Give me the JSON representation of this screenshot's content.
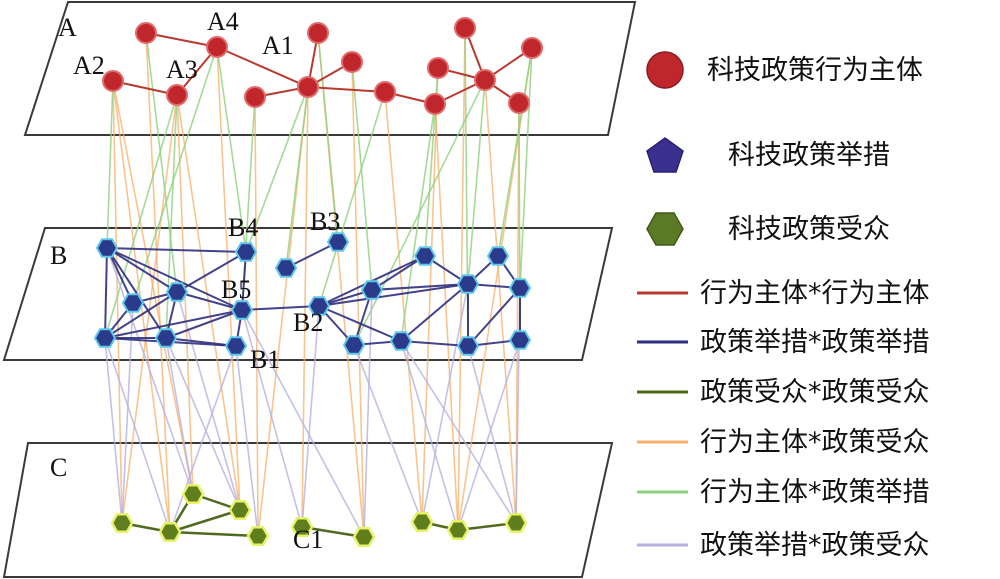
{
  "layers": {
    "A": "A",
    "B": "B",
    "C": "C"
  },
  "node_labels": {
    "A1": "A1",
    "A2": "A2",
    "A3": "A3",
    "A4": "A4",
    "B1": "B1",
    "B2": "B2",
    "B3": "B3",
    "B4": "B4",
    "B5": "B5",
    "C1": "C1"
  },
  "legend": {
    "nodes": [
      {
        "label": "科技政策行为主体",
        "shape": "circle",
        "color": "#c0272d"
      },
      {
        "label": "科技政策举措",
        "shape": "pentagon",
        "color": "#3b2f8f"
      },
      {
        "label": "科技政策受众",
        "shape": "hexagon",
        "color": "#5b7a25"
      }
    ],
    "edges": [
      {
        "label": "行为主体*行为主体",
        "color": "#b83a2f"
      },
      {
        "label": "政策举措*政策举措",
        "color": "#2e2f7e"
      },
      {
        "label": "政策受众*政策受众",
        "color": "#4f6b1f"
      },
      {
        "label": "行为主体*政策受众",
        "color": "#f5b06a"
      },
      {
        "label": "行为主体*政策举措",
        "color": "#8fd17e"
      },
      {
        "label": "政策举措*政策受众",
        "color": "#b7b0df"
      }
    ]
  },
  "colors": {
    "actor_node": "#c0272d",
    "measure_node": "#2c3a8c",
    "audience_node": "#5f7f1f",
    "audience_glow": "#e8f26a",
    "measure_glow": "#5ec8e8"
  }
}
